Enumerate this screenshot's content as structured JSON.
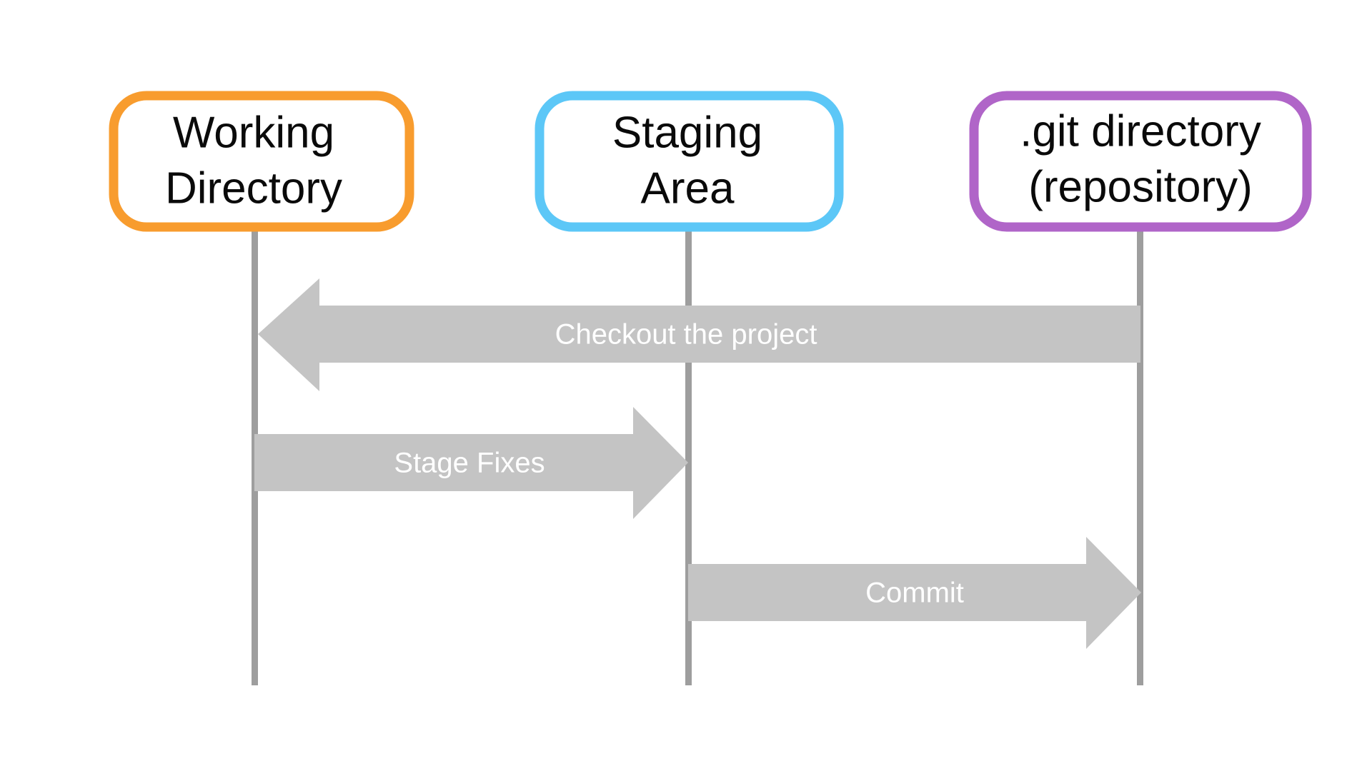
{
  "diagram": {
    "type": "git-workflow-sequence-diagram",
    "background_color": "#FFFFFF",
    "lifeline_color": "#9E9E9E",
    "arrow_color": "#C4C4C4",
    "arrow_label_color": "#FFFFFF",
    "node_label_color": "#0A0A0A",
    "nodes": [
      {
        "id": "working-directory",
        "line1": "Working",
        "line2": "Directory",
        "border_color": "#F89C2E",
        "fill_color": "#FFFFFF"
      },
      {
        "id": "staging-area",
        "line1": "Staging",
        "line2": "Area",
        "border_color": "#5CC7F7",
        "fill_color": "#FFFFFF"
      },
      {
        "id": "git-directory",
        "line1": ".git directory",
        "line2": "(repository)",
        "border_color": "#B065C8",
        "fill_color": "#FFFFFF"
      }
    ],
    "arrows": [
      {
        "id": "checkout",
        "label": "Checkout the project",
        "from": "git-directory",
        "to": "working-directory",
        "direction": "left"
      },
      {
        "id": "stage-fixes",
        "label": "Stage Fixes",
        "from": "working-directory",
        "to": "staging-area",
        "direction": "right"
      },
      {
        "id": "commit",
        "label": "Commit",
        "from": "staging-area",
        "to": "git-directory",
        "direction": "right"
      }
    ]
  }
}
